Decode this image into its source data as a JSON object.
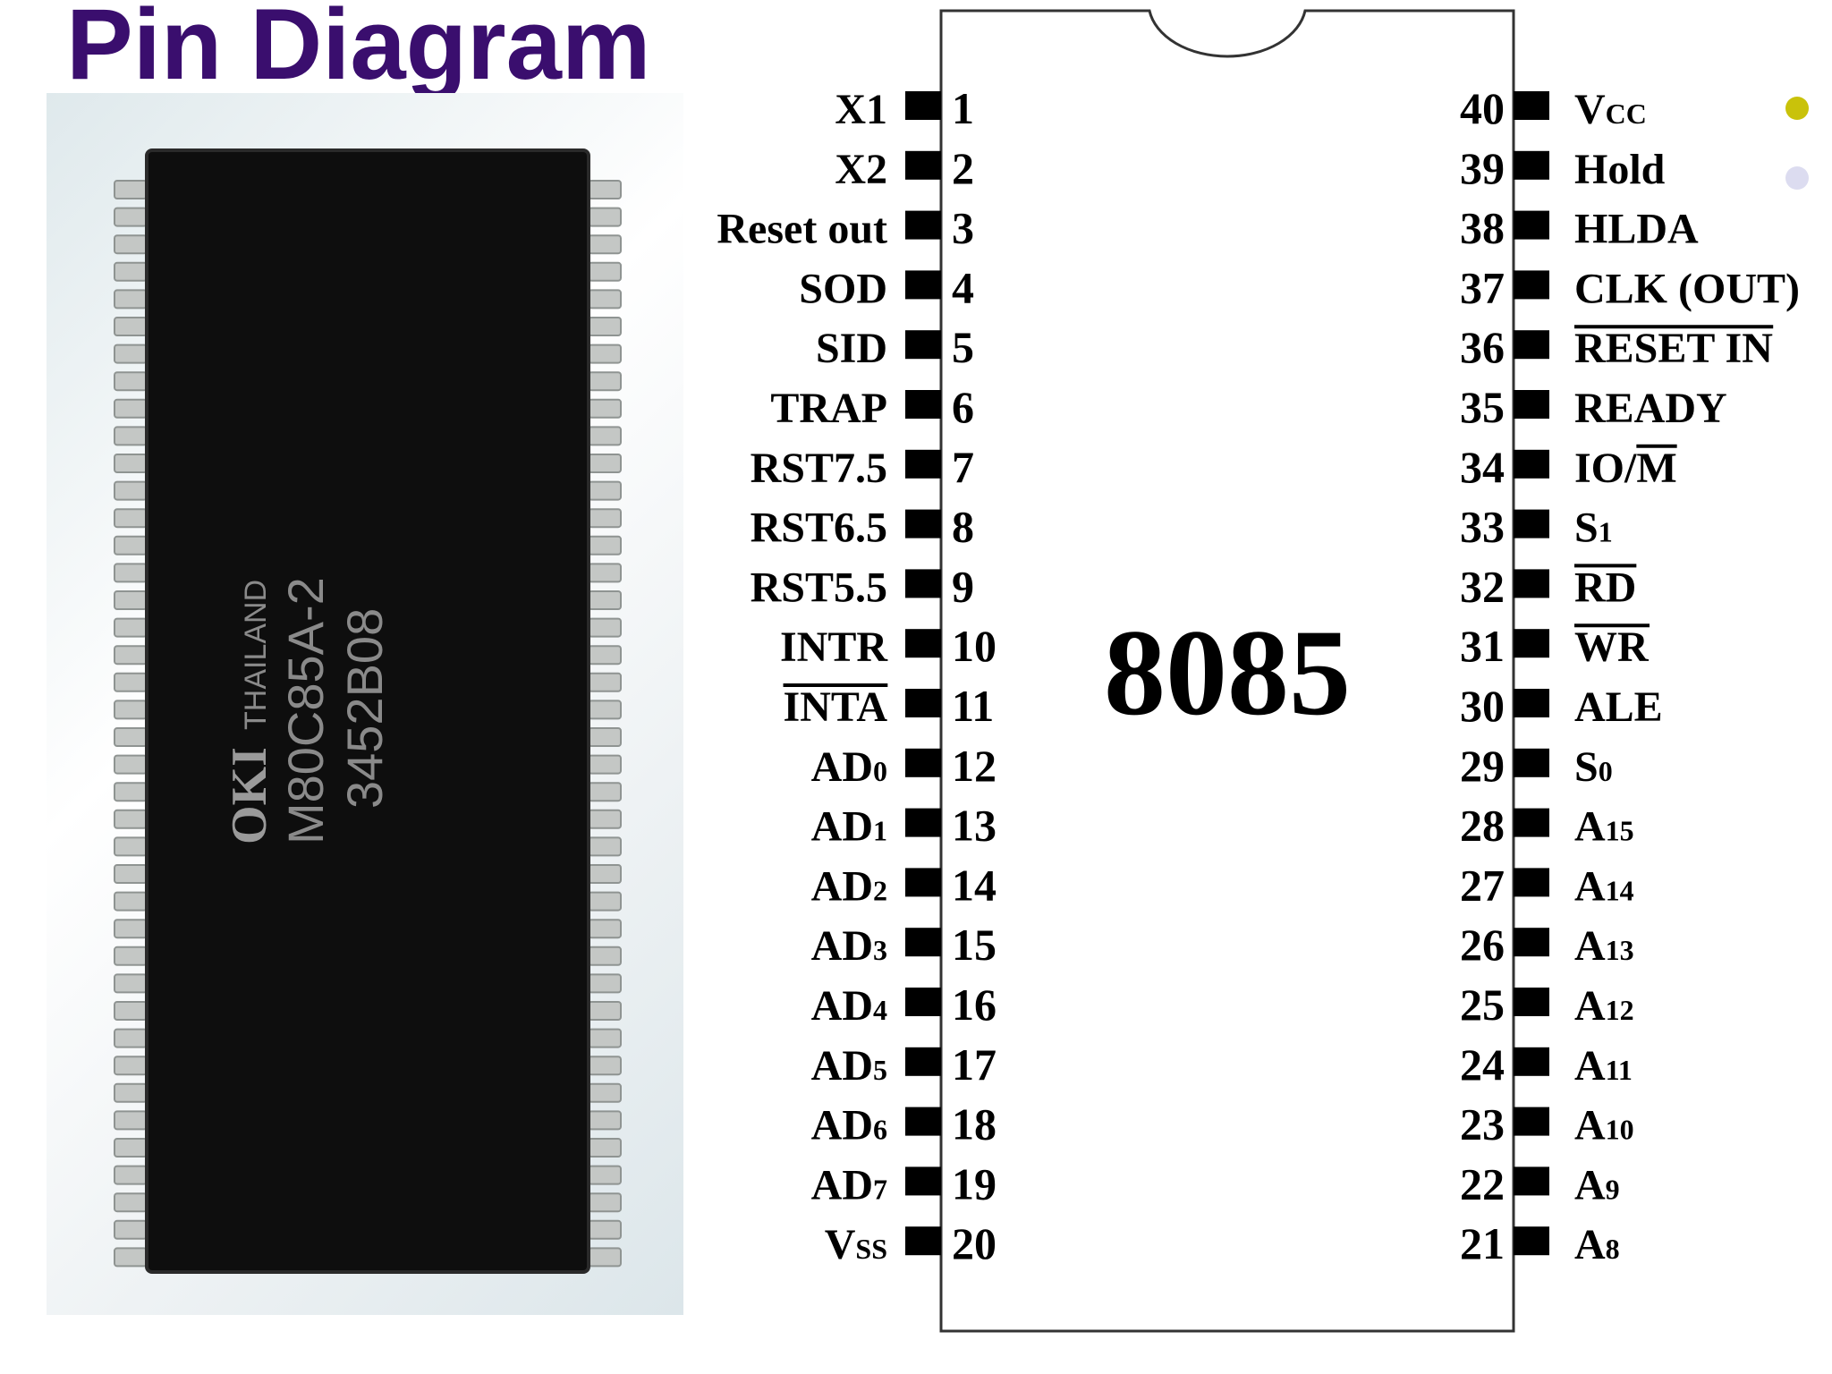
{
  "title": "Pin Diagram",
  "chip_name": "8085",
  "photo_markings": {
    "brand": "OKI",
    "country": "THAILAND",
    "part": "M80C85A-2",
    "code": "3452B08"
  },
  "bullet_colors": [
    "#c9c20a",
    "#dcdcf0"
  ],
  "left_pins": [
    {
      "num": "1",
      "label": "X1",
      "sub": "",
      "over": false
    },
    {
      "num": "2",
      "label": "X2",
      "sub": "",
      "over": false
    },
    {
      "num": "3",
      "label": "Reset out",
      "sub": "",
      "over": false
    },
    {
      "num": "4",
      "label": "SOD",
      "sub": "",
      "over": false
    },
    {
      "num": "5",
      "label": "SID",
      "sub": "",
      "over": false
    },
    {
      "num": "6",
      "label": "TRAP",
      "sub": "",
      "over": false
    },
    {
      "num": "7",
      "label": "RST7.5",
      "sub": "",
      "over": false
    },
    {
      "num": "8",
      "label": "RST6.5",
      "sub": "",
      "over": false
    },
    {
      "num": "9",
      "label": "RST5.5",
      "sub": "",
      "over": false
    },
    {
      "num": "10",
      "label": "INTR",
      "sub": "",
      "over": false
    },
    {
      "num": "11",
      "label": "INTA",
      "sub": "",
      "over": true
    },
    {
      "num": "12",
      "label": "AD",
      "sub": "0",
      "over": false
    },
    {
      "num": "13",
      "label": "AD",
      "sub": "1",
      "over": false
    },
    {
      "num": "14",
      "label": "AD",
      "sub": "2",
      "over": false
    },
    {
      "num": "15",
      "label": "AD",
      "sub": "3",
      "over": false
    },
    {
      "num": "16",
      "label": "AD",
      "sub": "4",
      "over": false
    },
    {
      "num": "17",
      "label": "AD",
      "sub": "5",
      "over": false
    },
    {
      "num": "18",
      "label": "AD",
      "sub": "6",
      "over": false
    },
    {
      "num": "19",
      "label": "AD",
      "sub": "7",
      "over": false
    },
    {
      "num": "20",
      "label": "V",
      "sub": "SS",
      "over": false
    }
  ],
  "right_pins": [
    {
      "num": "40",
      "label": "V",
      "sub": "CC",
      "over": false
    },
    {
      "num": "39",
      "label": "Hold",
      "sub": "",
      "over": false
    },
    {
      "num": "38",
      "label": "HLDA",
      "sub": "",
      "over": false
    },
    {
      "num": "37",
      "label": "CLK (OUT)",
      "sub": "",
      "over": false
    },
    {
      "num": "36",
      "label": "RESET IN",
      "sub": "",
      "over": true
    },
    {
      "num": "35",
      "label": "READY",
      "sub": "",
      "over": false
    },
    {
      "num": "34",
      "label": "IO/M",
      "sub": "",
      "over": "M"
    },
    {
      "num": "33",
      "label": "S",
      "sub": "1",
      "over": false
    },
    {
      "num": "32",
      "label": "RD",
      "sub": "",
      "over": true
    },
    {
      "num": "31",
      "label": "WR",
      "sub": "",
      "over": true
    },
    {
      "num": "30",
      "label": "ALE",
      "sub": "",
      "over": false
    },
    {
      "num": "29",
      "label": "S",
      "sub": "0",
      "over": false
    },
    {
      "num": "28",
      "label": "A",
      "sub": "15",
      "over": false
    },
    {
      "num": "27",
      "label": "A",
      "sub": "14",
      "over": false
    },
    {
      "num": "26",
      "label": "A",
      "sub": "13",
      "over": false
    },
    {
      "num": "25",
      "label": "A",
      "sub": "12",
      "over": false
    },
    {
      "num": "24",
      "label": "A",
      "sub": "11",
      "over": false
    },
    {
      "num": "23",
      "label": "A",
      "sub": "10",
      "over": false
    },
    {
      "num": "22",
      "label": "A",
      "sub": "9",
      "over": false
    },
    {
      "num": "21",
      "label": "A",
      "sub": "8",
      "over": false
    }
  ]
}
